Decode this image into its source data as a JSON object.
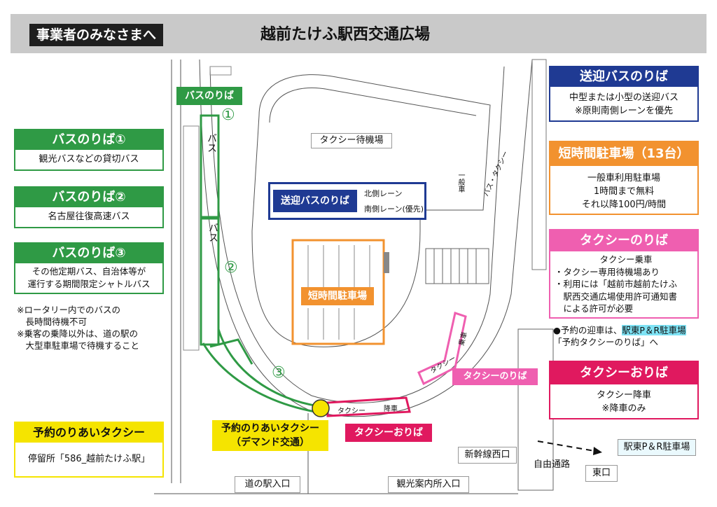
{
  "header": {
    "badge": "事業者のみなさまへ",
    "title": "越前たけふ駅西交通広場"
  },
  "left": {
    "bus1": {
      "title": "バスのりば①",
      "body": "観光バスなどの貸切バス"
    },
    "bus2": {
      "title": "バスのりば②",
      "body": "名古屋往復高速バス"
    },
    "bus3": {
      "title": "バスのりば③",
      "lines": [
        "その他定期バス、自治体等が",
        "運行する期間限定シャトルバス"
      ]
    },
    "notes": [
      "※ロータリー内でのバスの",
      "　長時間待機不可",
      "※乗客の乗降以外は、道の駅の",
      "　大型車駐車場で待機すること"
    ],
    "demand": {
      "title": "予約のりあいタクシー",
      "body": "停留所「586_越前たけふ駅」"
    }
  },
  "right": {
    "pickup": {
      "title": "送迎バスのりば",
      "lines": [
        "中型または小型の送迎バス",
        "※原則南側レーンを優先"
      ]
    },
    "parking": {
      "title": "短時間駐車場（13台）",
      "lines": [
        "一般車利用駐車場",
        "1時間まで無料",
        "それ以降100円/時間"
      ]
    },
    "taxi_board": {
      "title": "タクシーのりば",
      "lines": [
        "タクシー乗車",
        "・タクシー専用待機場あり",
        "・利用には「越前市越前たけふ",
        "　駅西交通広場使用許可通知書",
        "　による許可が必要"
      ]
    },
    "reserve_note": {
      "prefix": "●予約の迎車は、",
      "highlight": "駅東P＆R駐車場",
      "line2": "「予約タクシーのりば」へ"
    },
    "taxi_drop": {
      "title": "タクシーおりば",
      "lines": [
        "タクシー降車",
        "※降車のみ"
      ]
    }
  },
  "map": {
    "bus_label": "バスのりば",
    "num1": "①",
    "num2": "②",
    "num3": "③",
    "taxi_wait": "タクシー待機場",
    "pickup_label": "送迎バスのりば",
    "north_lane": "北側レーン",
    "south_lane": "南側レーン(優先)",
    "short_parking": "短時間駐車場",
    "taxi_board_tag": "タクシーのりば",
    "taxi_drop_tag": "タクシーおりば",
    "demand_tag": [
      "予約のりあいタクシー",
      "（デマンド交通）"
    ],
    "road_text_bus": "バス",
    "road_text_taxi": "タクシー",
    "road_text_drop": "降車",
    "road_text_board": "乗車",
    "road_side_text": "一般車",
    "road_side_text2": "バス・タクシー",
    "shinkansen": "新幹線西口",
    "free_path": "自由通路",
    "east_exit": "東口",
    "pr_parking": "駅東P＆R駐車場",
    "michi_entrance": "道の駅入口",
    "kanko_entrance": "観光案内所入口",
    "kana_bus1": "バス",
    "kana_bus2": "バス"
  },
  "colors": {
    "green": "#2f9a45",
    "navy": "#1f3a93",
    "orange": "#f2922f",
    "pink": "#ef5fb0",
    "magenta": "#e0195f",
    "yellow": "#f5e400"
  }
}
